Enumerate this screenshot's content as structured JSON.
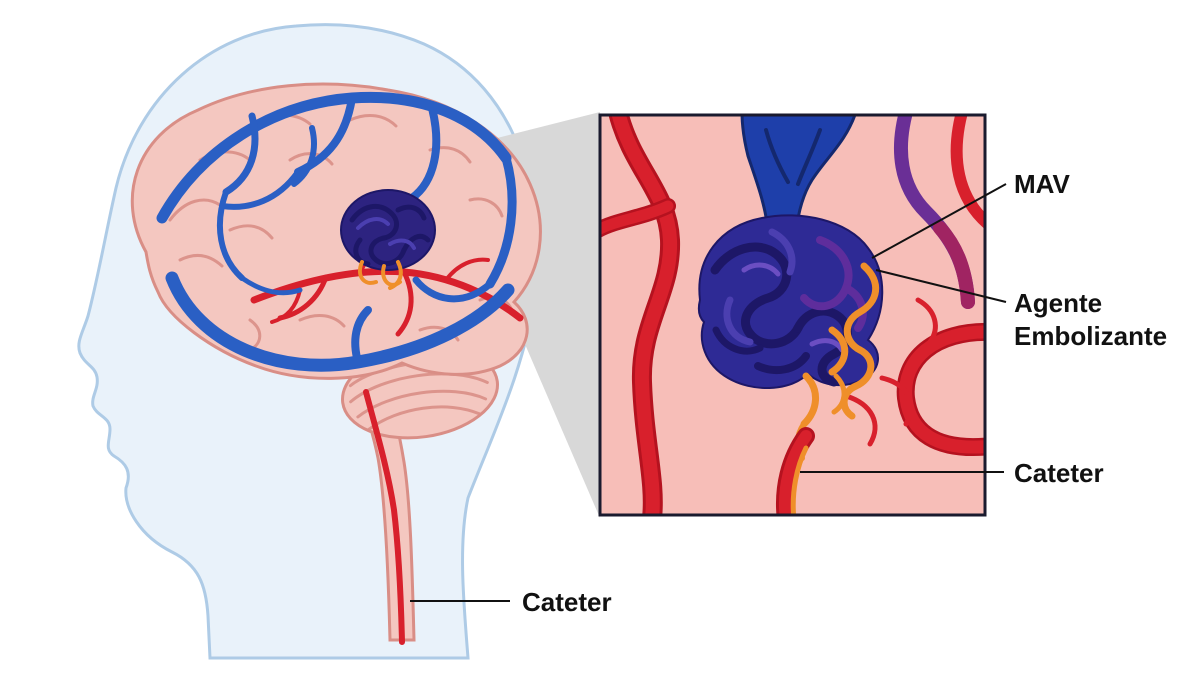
{
  "labels": {
    "mav": "MAV",
    "agente_embolizante": [
      "Agente",
      "Embolizante"
    ],
    "cateter_inset": "Cateter",
    "cateter_neck": "Cateter"
  },
  "colors": {
    "background": "#ffffff",
    "head_fill": "#e9f2fa",
    "head_outline": "#aecbe6",
    "brain_fill": "#f4c7c0",
    "brain_outline": "#d98e86",
    "vein_blue": "#2a5fc4",
    "artery_red": "#d8202c",
    "artery_dark": "#b5121f",
    "mav_purple": "#2d2380",
    "mav_coil_dark": "#1d1767",
    "mav_coil_light": "#4b3fb0",
    "mav_coil_purple": "#5e2d9c",
    "embolic_orange": "#ef8f2a",
    "magnifier_gray": "#d8d8d8",
    "inset_background": "#f7beb8",
    "inset_border": "#1a1a2e",
    "inset_vein_blue": "#1e3faa",
    "label_text": "#111111"
  }
}
